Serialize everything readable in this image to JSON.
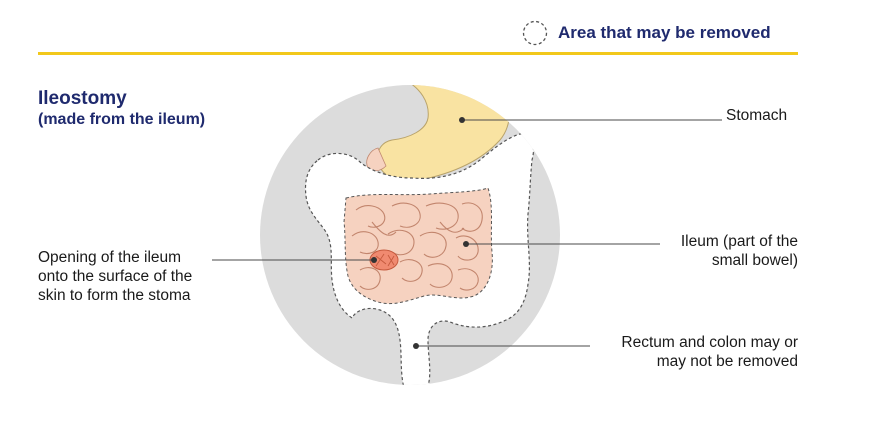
{
  "legend": {
    "label": "Area that may be removed",
    "icon": "dashed-circle-icon"
  },
  "title": {
    "main": "Ileostomy",
    "sub": "(made from the ileum)"
  },
  "labels": {
    "stomach": "Stomach",
    "ileum_line1": "Ileum (part of the",
    "ileum_line2": "small bowel)",
    "rectum_line1": "Rectum and colon may or",
    "rectum_line2": "may not be removed",
    "stoma_line1": "Opening of the ileum",
    "stoma_line2": "onto the surface of the",
    "stoma_line3": "skin to form the stoma"
  },
  "colors": {
    "title": "#1f2a6e",
    "rule": "#f2c81b",
    "circle_bg": "#dcdcdc",
    "stomach": "#f9e3a2",
    "intestine": "#f6d2c0",
    "stoma": "#f08a70"
  }
}
